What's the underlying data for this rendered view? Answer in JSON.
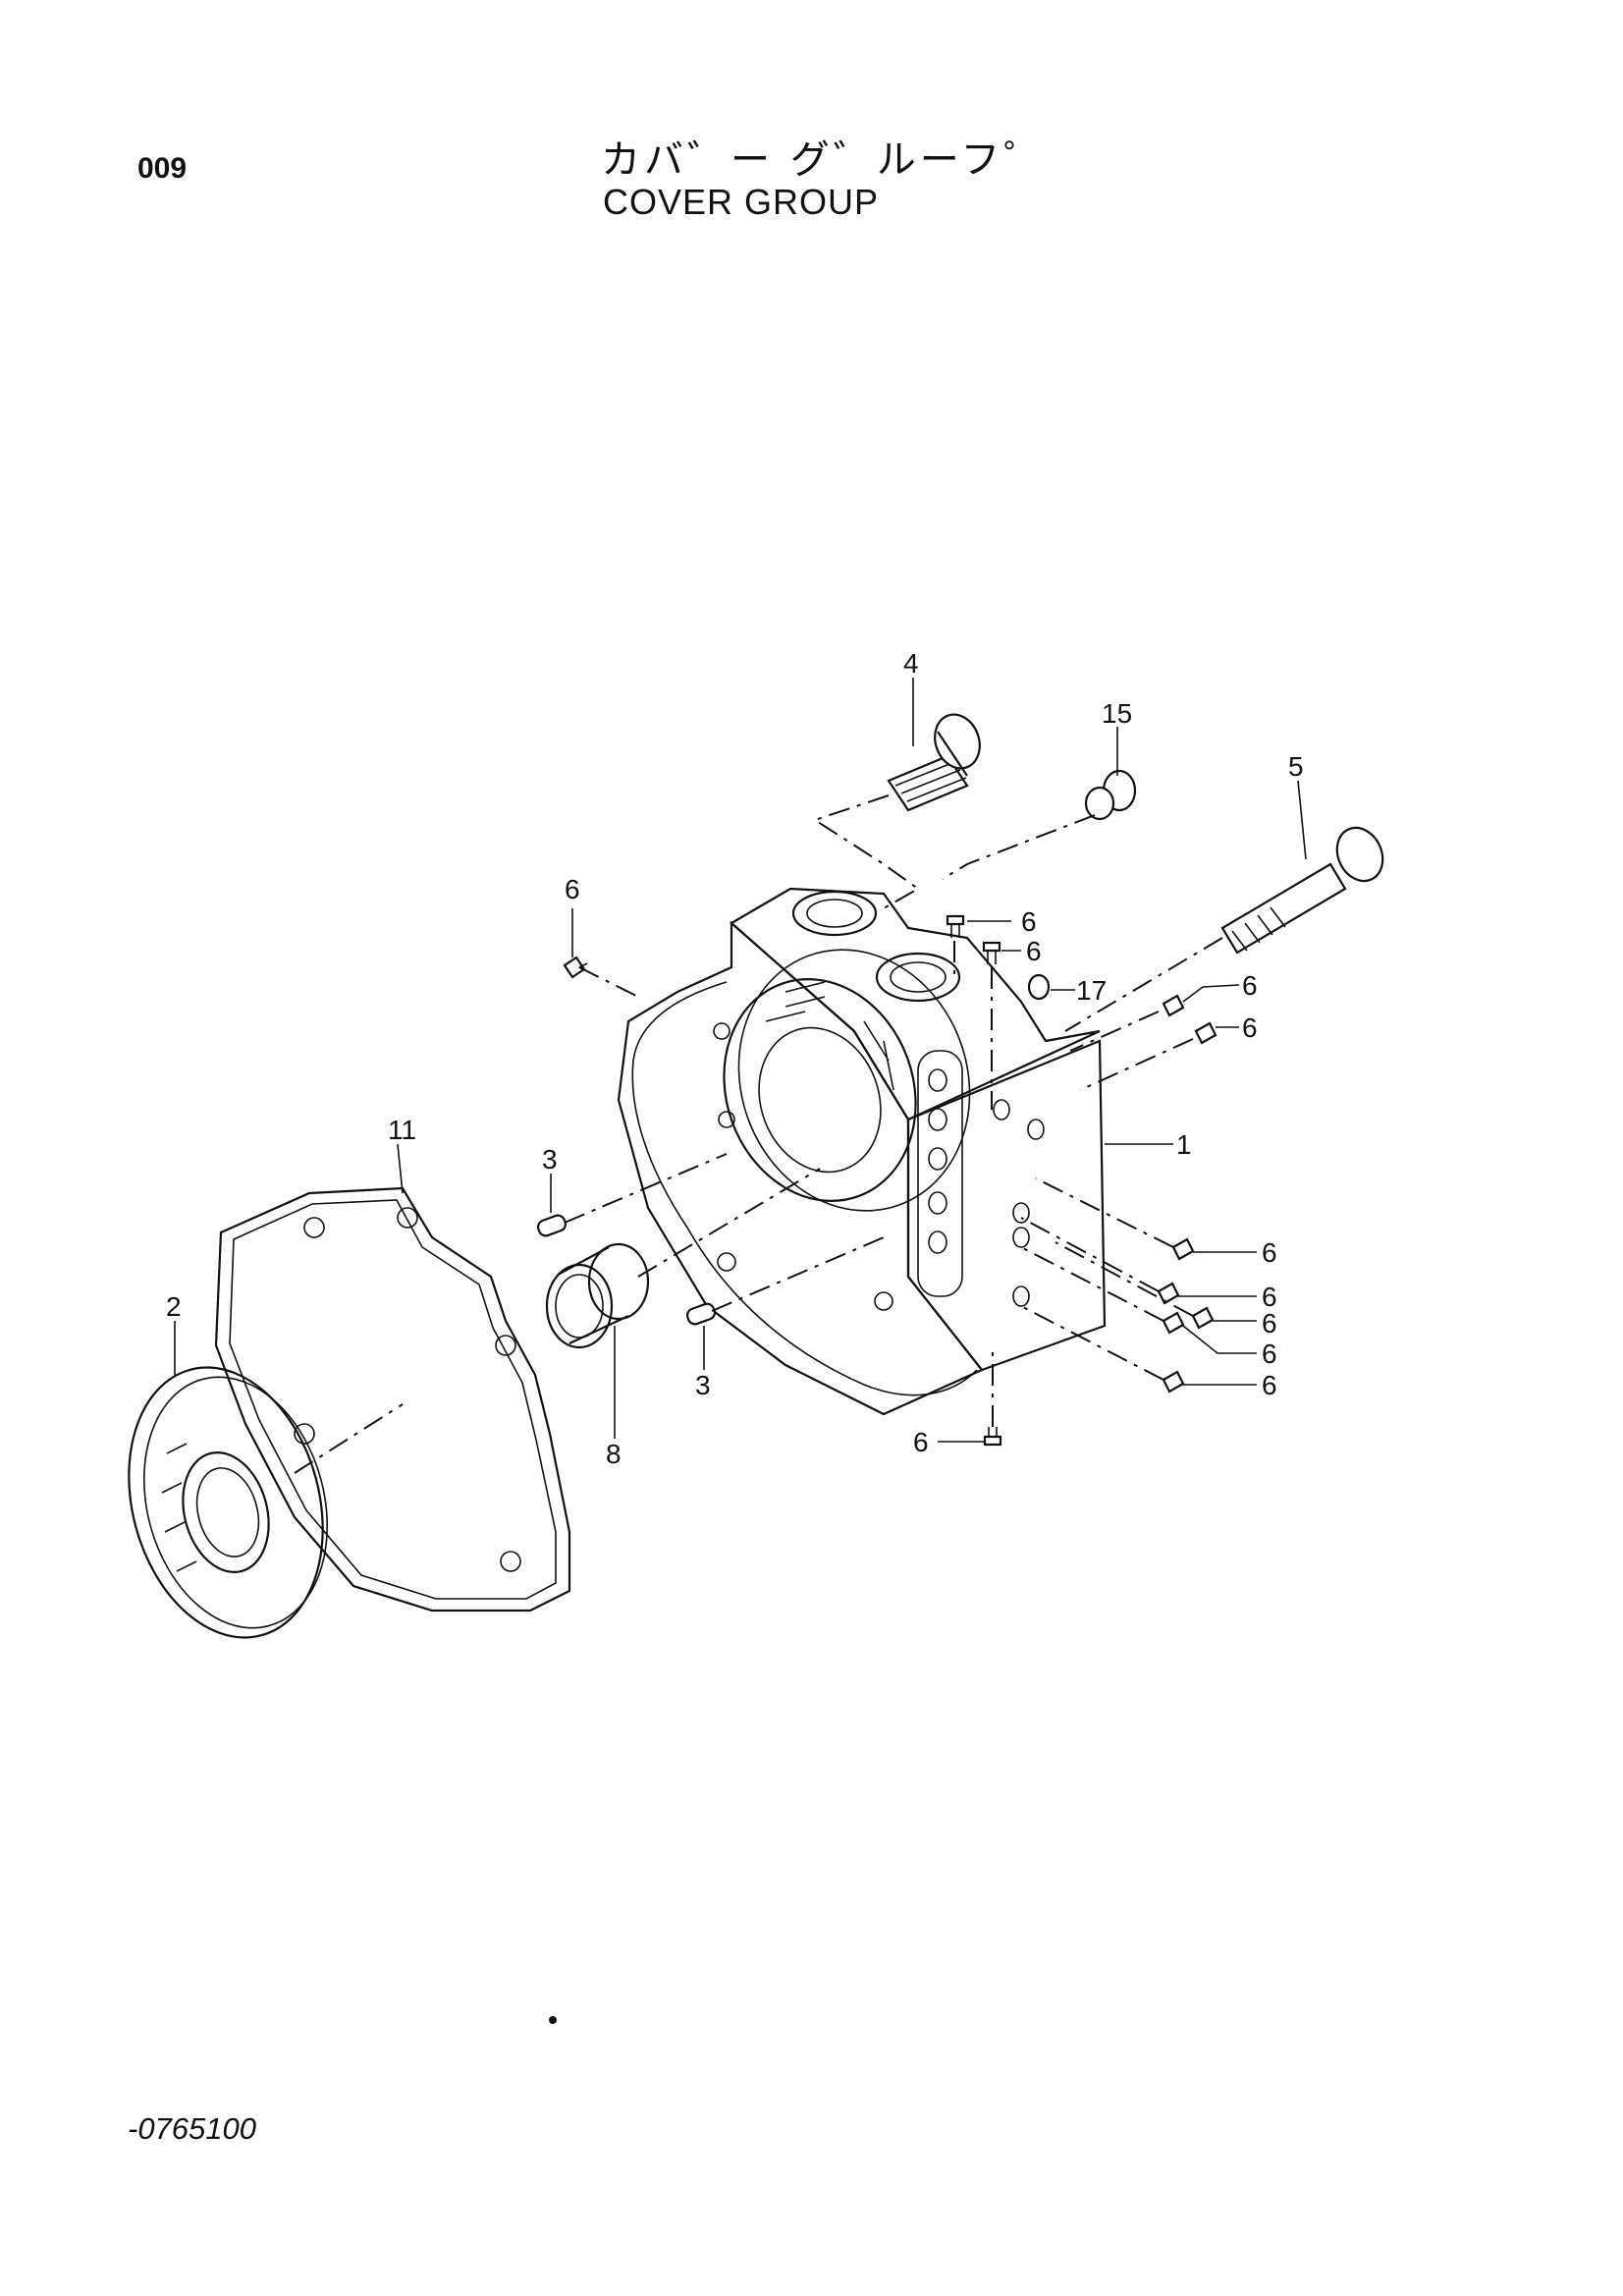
{
  "header": {
    "page_number": "009",
    "title_jp": "カバ゛ー グ゛ルーフ゜",
    "title_en": "COVER GROUP"
  },
  "footer": {
    "code": "-0765100"
  },
  "callouts": {
    "c4": "4",
    "c15": "15",
    "c5": "5",
    "c6_top_left": "6",
    "c6_a": "6",
    "c6_b": "6",
    "c17": "17",
    "c6_c": "6",
    "c6_d": "6",
    "c11": "11",
    "c3_top": "3",
    "c1": "1",
    "c2": "2",
    "c3_bottom": "3",
    "c8": "8",
    "c6_bottom": "6",
    "c6_r1": "6",
    "c6_r2": "6",
    "c6_r3": "6",
    "c6_r4": "6",
    "c6_r5": "6"
  }
}
